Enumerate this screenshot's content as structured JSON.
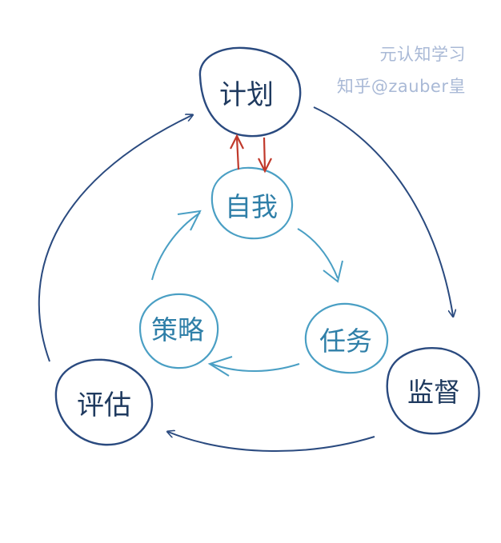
{
  "watermark": {
    "line1": "元认知学习",
    "line2": "知乎@zauber皇"
  },
  "colors": {
    "outer": "#2a4a7f",
    "outer_text": "#1f3a5f",
    "inner": "#4a9fc4",
    "inner_text": "#2f7fa8",
    "feedback": "#c0392b",
    "watermark": "#a9b9d6"
  },
  "outer_cycle": {
    "nodes": [
      {
        "id": "plan",
        "label": "计划"
      },
      {
        "id": "monitor",
        "label": "监督"
      },
      {
        "id": "evaluate",
        "label": "评估"
      }
    ]
  },
  "inner_cycle": {
    "nodes": [
      {
        "id": "self",
        "label": "自我"
      },
      {
        "id": "task",
        "label": "任务"
      },
      {
        "id": "strategy",
        "label": "策略"
      }
    ]
  }
}
